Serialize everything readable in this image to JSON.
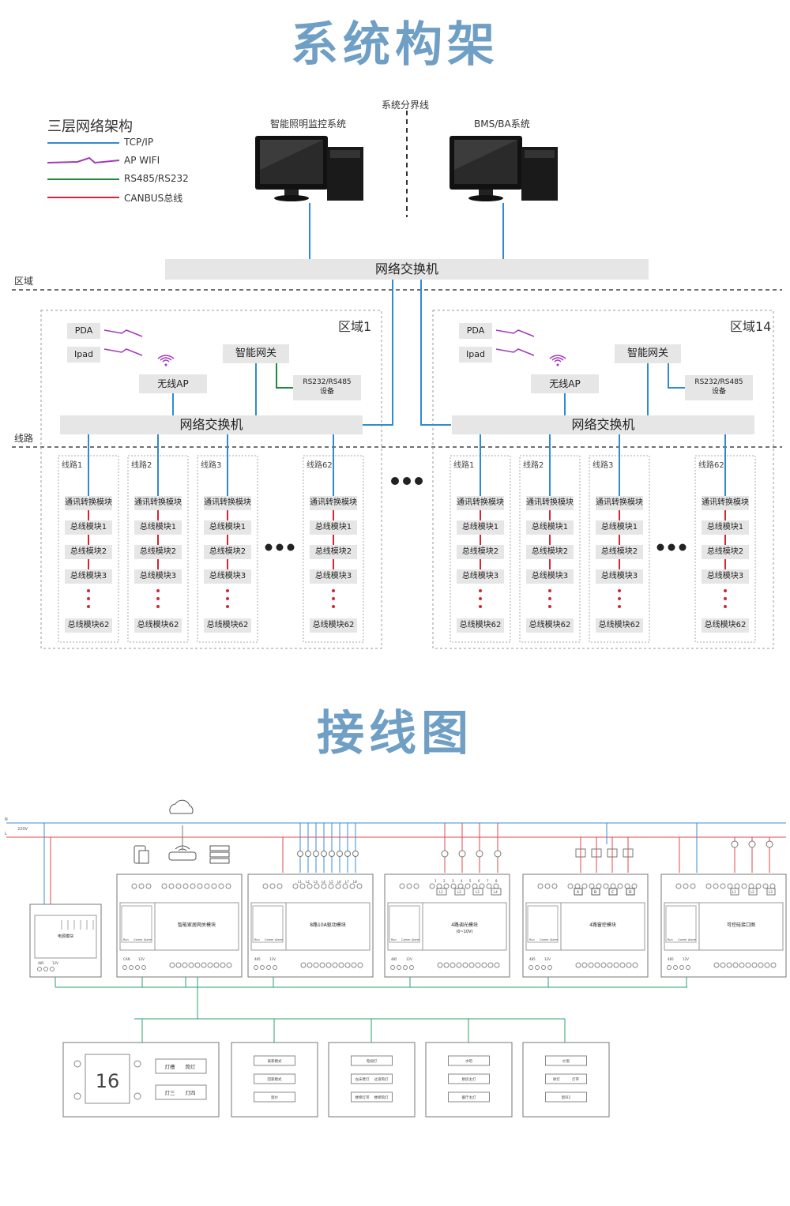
{
  "section1_title": "系统构架",
  "section2_title": "接线图",
  "legend": {
    "title": "三层网络架构",
    "items": [
      {
        "label": "TCP/IP",
        "color": "#2f8bd0"
      },
      {
        "label": "AP WIFI",
        "color": "#a13ab8"
      },
      {
        "label": "RS485/RS232",
        "color": "#1e8a3c"
      },
      {
        "label": "CANBUS总线",
        "color": "#d62631"
      }
    ]
  },
  "boundary_label": "系统分界线",
  "pc_left_label": "智能照明监控系统",
  "pc_right_label": "BMS/BA系统",
  "main_switch": "网络交换机",
  "tier_labels": {
    "zone": "区域",
    "line": "线路"
  },
  "zones": [
    {
      "name": "区域1",
      "pda": "PDA",
      "ipad": "Ipad",
      "ap": "无线AP",
      "gateway": "智能网关",
      "serial": "RS232/RS485\n设备",
      "switch": "网络交换机",
      "lines": [
        "线路1",
        "线路2",
        "线路3",
        "线路62"
      ]
    },
    {
      "name": "区域14",
      "pda": "PDA",
      "ipad": "Ipad",
      "ap": "无线AP",
      "gateway": "智能网关",
      "serial": "RS232/RS485\n设备",
      "switch": "网络交换机",
      "lines": [
        "线路1",
        "线路2",
        "线路3",
        "线路62"
      ]
    }
  ],
  "line_modules": [
    "通讯转换模块",
    "总线模块1",
    "总线模块2",
    "总线模块3",
    "总线模块62"
  ],
  "wiring": {
    "mains": {
      "n": "N",
      "l": "L",
      "voltage": "220V"
    },
    "modules": [
      {
        "name": "电源模块"
      },
      {
        "name": "智能家居网关模块"
      },
      {
        "name": "8路10A驱动模块"
      },
      {
        "name": "4路调光模块",
        "sub": "(0~10V)"
      },
      {
        "name": "4路窗控模块"
      },
      {
        "name": "可控硅接口图"
      }
    ],
    "status_labels": [
      "Run",
      "Comm",
      "Alarm"
    ],
    "terminal_labels": {
      "p485": "485",
      "p12v": "12V",
      "can": "CAN",
      "ab": "A B",
      "pm": "- +"
    },
    "relay_outputs": [
      "L1",
      "L2",
      "L3",
      "L4",
      "L5",
      "L6",
      "L7",
      "L8"
    ],
    "dimmer_outputs": [
      "1",
      "2",
      "3",
      "4",
      "5",
      "6",
      "7",
      "8"
    ],
    "dimmer_channels": [
      "L1",
      "L2",
      "L3",
      "L4"
    ],
    "curtain_channels": [
      "A",
      "B",
      "C",
      "D"
    ],
    "scr_channels": [
      "L1",
      "L2",
      "L3"
    ],
    "display_value": "16",
    "panels": [
      {
        "buttons": [
          "灯槽",
          "筒灯",
          "灯三",
          "灯四"
        ]
      },
      {
        "buttons": [
          "离家模式",
          "回家模式",
          "窗纱"
        ]
      },
      {
        "buttons": [
          "电视灯",
          "左床壁灯",
          "过道筒灯",
          "楼梯灯带",
          "楼梯筒灯"
        ]
      },
      {
        "buttons": [
          "水吧",
          "厨房主灯",
          "餐厅主灯"
        ]
      },
      {
        "buttons": [
          "纱窗",
          "射灯",
          "灯带",
          "窗帘2"
        ]
      }
    ]
  }
}
